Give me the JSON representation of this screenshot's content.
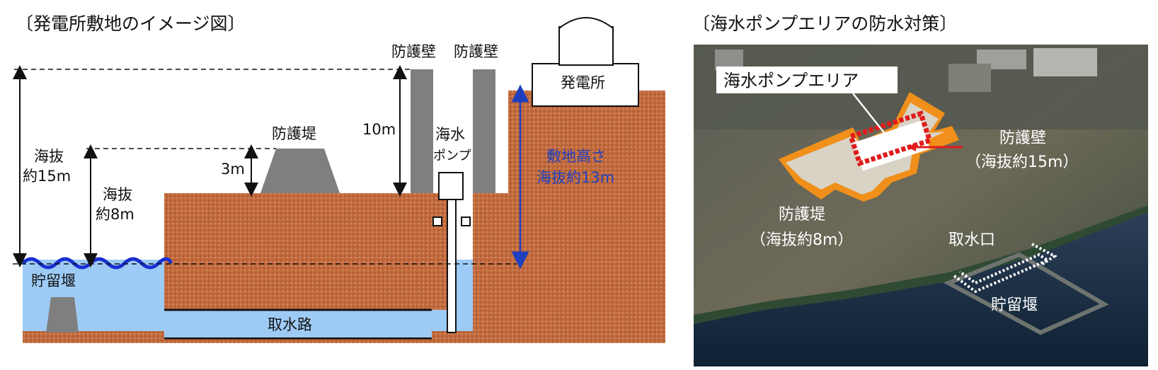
{
  "left_title": "〔発電所敷地のイメージ図〕",
  "right_title": "〔海水ポンプエリアの防水対策〕",
  "diagram": {
    "altitude_15": [
      "海抜",
      "約15m"
    ],
    "altitude_8": [
      "海抜",
      "約8m"
    ],
    "reservoir": "貯留堰",
    "embankment": "防護堤",
    "height_3m": "3m",
    "height_10m": "10m",
    "wall_1": "防護壁",
    "wall_2": "防護壁",
    "seawater_pump": [
      "海水",
      "ポンプ"
    ],
    "power_station": "発電所",
    "site_height": [
      "敷地高さ",
      "海抜約13m"
    ],
    "intake_channel": "取水路"
  },
  "photo": {
    "pump_area": "海水ポンプエリア",
    "wall_label": [
      "防護壁",
      "（海抜約15m）"
    ],
    "embankment_label": [
      "防護堤",
      "（海抜約8m）"
    ],
    "intake_label": "取水口",
    "reservoir_label": "貯留堰"
  },
  "colors": {
    "soil": "#c06a3f",
    "water": "#9ecbf5",
    "wave": "#1a2fd0",
    "concrete": "#7f7f7f",
    "guideline_blue": "#1f3fbf",
    "photo_wall": "#f0901a",
    "photo_pump": "#e21b1b"
  }
}
